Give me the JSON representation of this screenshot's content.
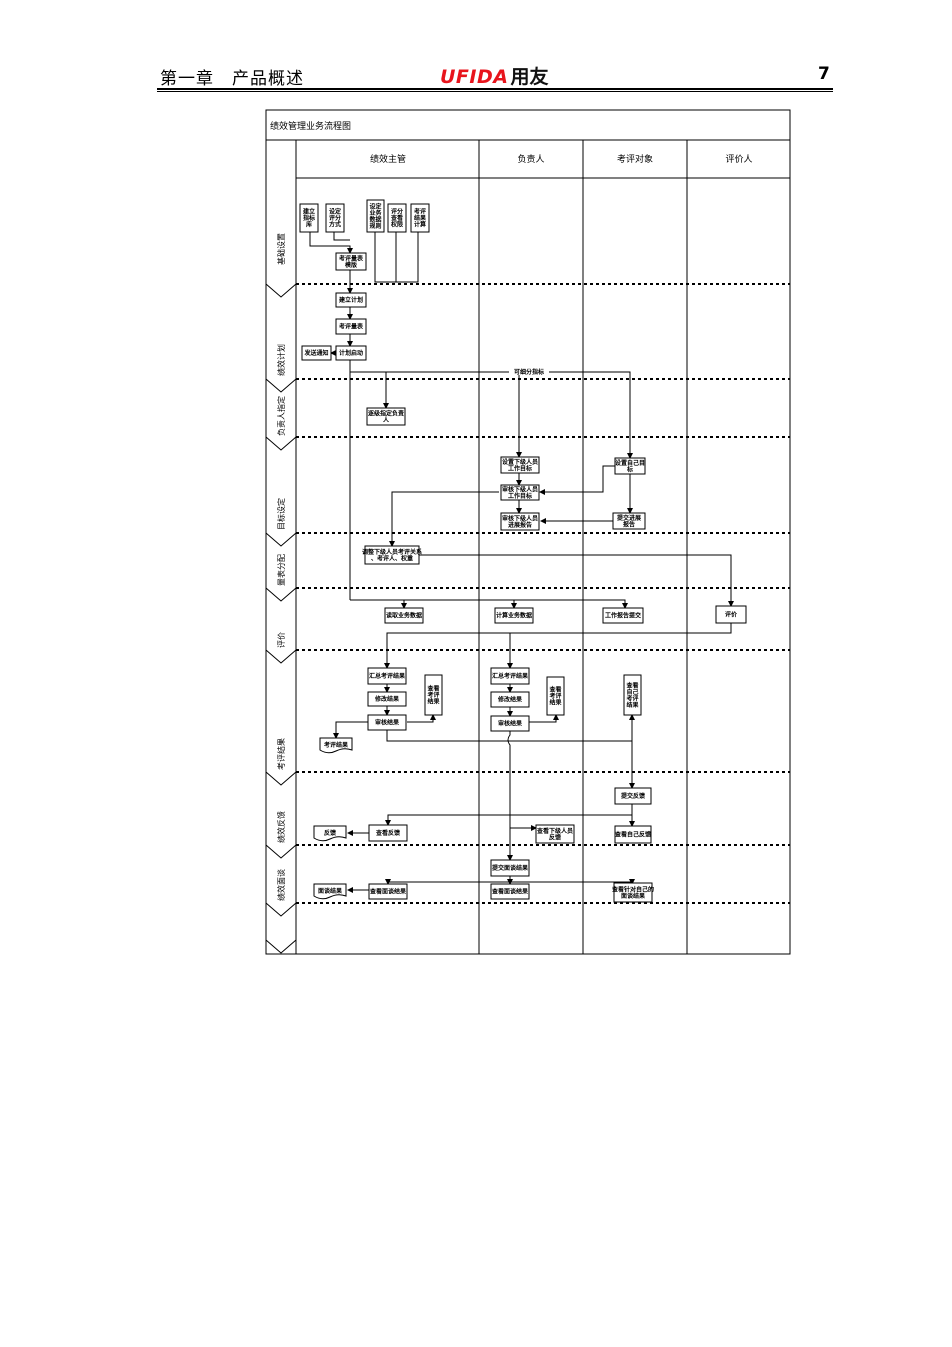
{
  "header": {
    "chapter": "第一章　产品概述",
    "logo_brand": "UFIDA",
    "logo_cn": "用友",
    "page_number": "7"
  },
  "diagram": {
    "title": "绩效管理业务流程图",
    "columns": [
      "绩效主管",
      "负责人",
      "考评对象",
      "评价人"
    ],
    "phases": [
      "基础设置",
      "绩效计划",
      "负责人指定",
      "目标设定",
      "量表分配",
      "评价",
      "考评结果",
      "绩效反馈",
      "绩效面谈"
    ],
    "boxes": {
      "b_jianlizhibiaoku": "建立指标库",
      "b_shedingpingfen": "设定评分方式",
      "b_yewushuju": "设定业务数据规则",
      "b_pingfenquanxian": "评分查看权限",
      "b_jieguojisuan": "考评结果计算",
      "b_kaopingliangbiao_mb": "考评量表模版",
      "b_jianlijihua": "建立计划",
      "b_kaopingliangbiao": "考评量表",
      "b_fasongtongzhi": "发送通知",
      "b_jihuaqidong": "计划启动",
      "b_zhidingfuzeren": "逐级指定负责人",
      "b_xiashugongzuomubiao": "设置下级人员工作目标",
      "b_shezhizijimubiao": "设置自己目标",
      "b_shenhegongzuomubiao": "审核下级人员工作目标",
      "b_shenhejinzhanbaogao": "审核下级人员进展报告",
      "b_tijiaojinzhan": "提交进展报告",
      "b_tiaozhengguanxi": "调整下级人员考评关系、考评人、权重",
      "b_duquyewushuju": "读取业务数据",
      "b_jisuanyewushuju": "计算业务数据",
      "b_gongzuobaogao": "工作报告提交",
      "b_pingjia": "评价",
      "b_huizong_m": "汇总考评结果",
      "b_xiugai_m": "修改结果",
      "b_shenhe_m": "审核结果",
      "b_chakan_m": "查看考评结果",
      "b_kaopingjieguo_doc": "考评结果",
      "b_huizong_r": "汇总考评结果",
      "b_xiugai_r": "修改结果",
      "b_shenhe_r": "审核结果",
      "b_chakan_r": "查看考评结果",
      "b_chakanziji": "查看自己考评结果",
      "b_tijiaofankui": "提交反馈",
      "b_fankui_doc": "反馈",
      "b_chakanfankui": "查看反馈",
      "b_chakanxiashufankui": "查看下级人员反馈",
      "b_chakanzijifankui": "查看自己反馈",
      "b_tijiaomiantan": "提交面谈结果",
      "b_miantanjieguo_doc": "面谈结果",
      "b_chakanmiantan_m": "查看面谈结果",
      "b_chakanmiantan_r": "查看面谈结果",
      "b_chakanzijimiantan": "查看针对自己的面谈结果"
    },
    "edge_label": "可细分指标"
  }
}
